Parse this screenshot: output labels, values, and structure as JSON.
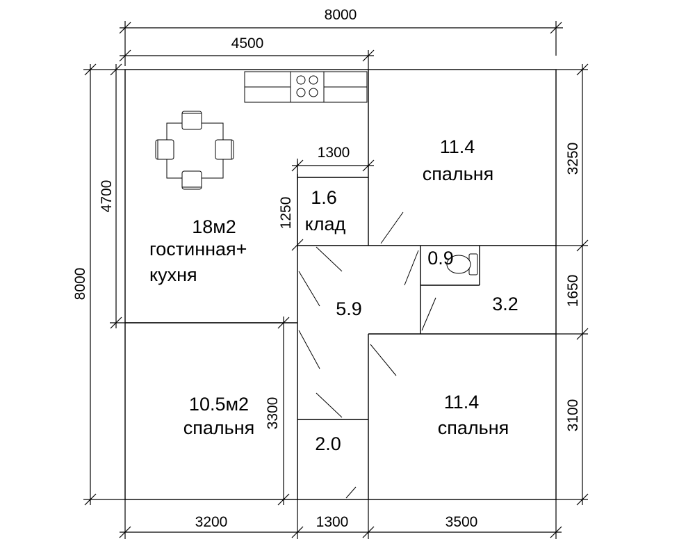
{
  "dimensions": {
    "top_total": "8000",
    "top_kitchen": "4500",
    "closet_width": "1300",
    "closet_depth": "1250",
    "left_total": "8000",
    "left_living": "4700",
    "right_top": "3250",
    "right_middle": "1650",
    "right_bottom": "3100",
    "bedroom_left_height": "3300",
    "bottom_left": "3200",
    "bottom_middle": "1300",
    "bottom_right": "3500"
  },
  "rooms": {
    "living": {
      "area": "18м2",
      "name_line1": "гостинная+",
      "name_line2": "кухня"
    },
    "closet": {
      "area": "1.6",
      "name": "клад"
    },
    "bedroom_top_right": {
      "area": "11.4",
      "name": "спальня"
    },
    "wc": {
      "area": "0.9"
    },
    "bath": {
      "area": "3.2"
    },
    "hall": {
      "area": "5.9"
    },
    "bedroom_bottom_left": {
      "area": "10.5м2",
      "name": "спальня"
    },
    "small_room": {
      "area": "2.0"
    },
    "bedroom_bottom_right": {
      "area": "11.4",
      "name": "спальня"
    }
  }
}
